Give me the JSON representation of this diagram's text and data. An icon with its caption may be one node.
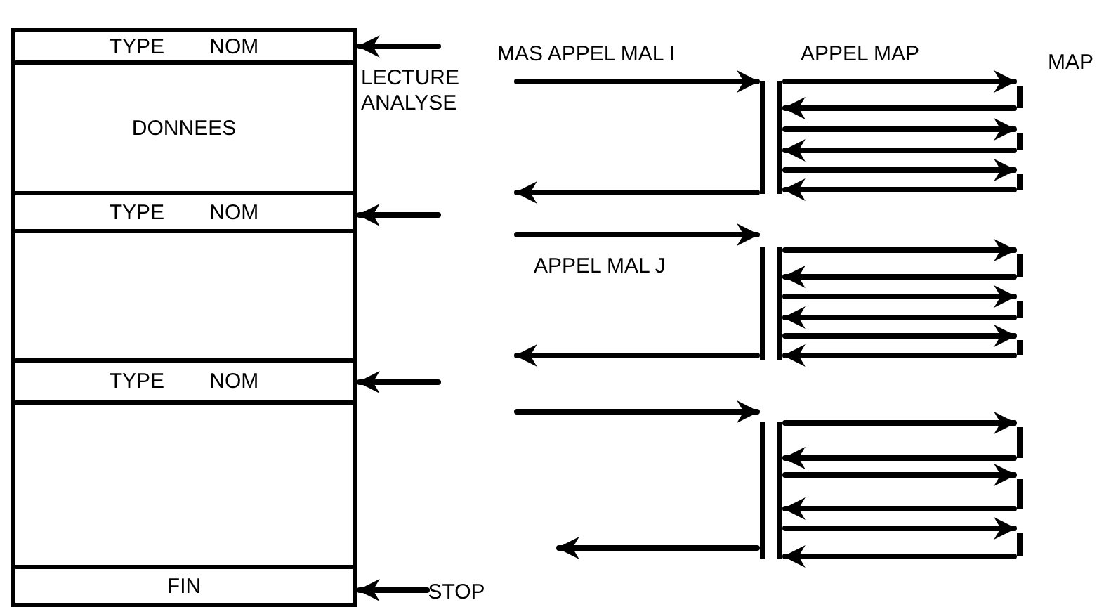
{
  "diagram": {
    "nodes": [
      {
        "text": [
          "TYPE NOM"
        ]
      },
      {
        "text": [
          "DONNEES"
        ]
      },
      {
        "text": [
          "TYPE NOM"
        ]
      },
      {
        "text": [],
        "shape": "box"
      },
      {
        "text": [
          "TYPE NOM"
        ]
      },
      {
        "text": [],
        "shape": "box"
      },
      {
        "text": [
          "FIN"
        ]
      },
      {
        "text": [
          "STOP"
        ]
      },
      {
        "text": [],
        "shape": "bar"
      },
      {
        "text": [],
        "shape": "bar"
      },
      {
        "text": [],
        "shape": "bar"
      }
    ],
    "edges": [
      {
        "from": null,
        "to": 0,
        "arrow": "to"
      },
      {
        "from": null,
        "to": 2,
        "arrow": "to"
      },
      {
        "from": null,
        "to": 4,
        "arrow": "to"
      },
      {
        "from": 7,
        "to": 6,
        "arrow": "to"
      },
      {
        "from": null,
        "to": 8,
        "arrow": "to",
        "label": "MAS APPEL MAL I"
      },
      {
        "from": 8,
        "to": null,
        "arrow": "to"
      },
      {
        "from": null,
        "to": 9,
        "arrow": "to",
        "label": "APPEL MAL J"
      },
      {
        "from": 9,
        "to": null,
        "arrow": "to"
      },
      {
        "from": null,
        "to": 10,
        "arrow": "to"
      },
      {
        "from": 10,
        "to": null,
        "arrow": "to"
      },
      {
        "from": 8,
        "to": null,
        "arrow": "to",
        "label": "APPEL MAP"
      },
      {
        "from": null,
        "to": 8,
        "arrow": "to"
      },
      {
        "from": 8,
        "to": null,
        "arrow": "to"
      },
      {
        "from": null,
        "to": 8,
        "arrow": "to"
      },
      {
        "from": 8,
        "to": null,
        "arrow": "to"
      },
      {
        "from": null,
        "to": 8,
        "arrow": "to"
      },
      {
        "from": 9,
        "to": null,
        "arrow": "to"
      },
      {
        "from": null,
        "to": 9,
        "arrow": "to"
      },
      {
        "from": 9,
        "to": null,
        "arrow": "to"
      },
      {
        "from": null,
        "to": 9,
        "arrow": "to"
      },
      {
        "from": 9,
        "to": null,
        "arrow": "to"
      },
      {
        "from": null,
        "to": 9,
        "arrow": "to"
      },
      {
        "from": 10,
        "to": null,
        "arrow": "to"
      },
      {
        "from": null,
        "to": 10,
        "arrow": "to"
      },
      {
        "from": 10,
        "to": null,
        "arrow": "to"
      },
      {
        "from": null,
        "to": 10,
        "arrow": "to"
      },
      {
        "from": 10,
        "to": null,
        "arrow": "to"
      },
      {
        "from": null,
        "to": 10,
        "arrow": "to"
      }
    ],
    "labels": [
      "LECTURE ANALYSE",
      "MAP"
    ]
  }
}
